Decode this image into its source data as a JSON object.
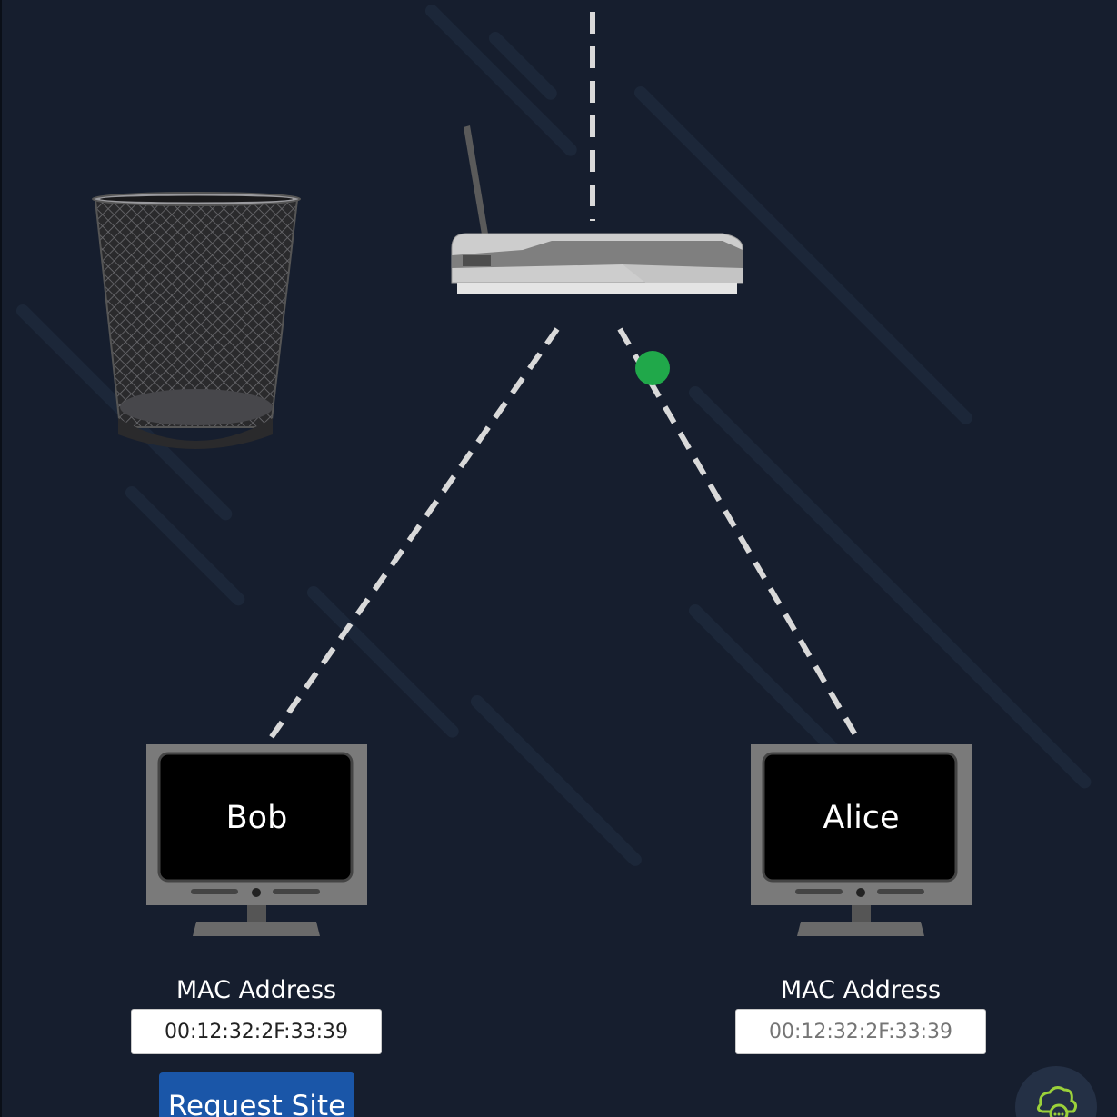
{
  "network": {
    "computers": [
      {
        "name": "Bob",
        "mac_label": "MAC Address",
        "mac_value": "00:12:32:2F:33:39"
      },
      {
        "name": "Alice",
        "mac_label": "MAC Address",
        "mac_placeholder": "00:12:32:2F:33:39"
      }
    ],
    "request_button_label": "Request Site"
  },
  "colors": {
    "background": "#161e2e",
    "link_dash": "#d9d9d9",
    "packet": "#20a84a",
    "button": "#1a56a8"
  },
  "icons": [
    "trash-bin-icon",
    "router-icon",
    "monitor-icon",
    "chat-cloud-icon"
  ]
}
